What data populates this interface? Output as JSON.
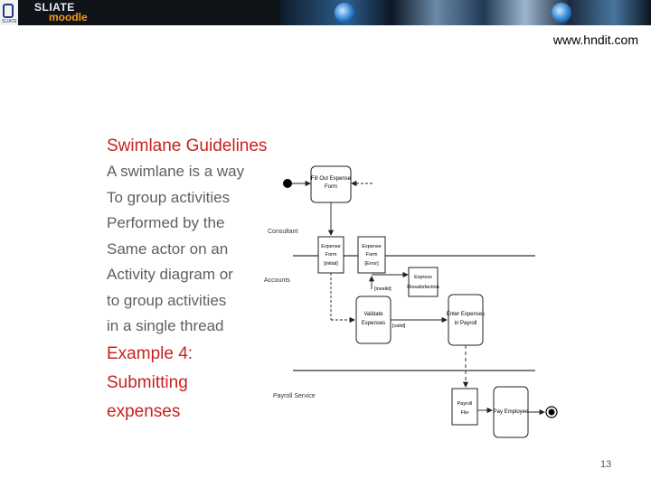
{
  "banner": {
    "logo_small": "SLIATE",
    "brand_top": "SLIATE",
    "brand_bottom": "moodle"
  },
  "site_url": "www.hndit.com",
  "slide": {
    "title": "Swimlane Guidelines",
    "lines": [
      "A swimlane is a way",
      "To group activities",
      "Performed by the",
      "Same actor on an",
      "Activity diagram or",
      "to group activities",
      "in a single thread"
    ],
    "example_lines": [
      "Example 4:",
      "Submitting",
      "expenses"
    ]
  },
  "diagram": {
    "lanes": [
      "Consultant",
      "Accounts",
      "Payroll Service"
    ],
    "nodes": {
      "fill_out": [
        "Fill Out Expense",
        "Form"
      ],
      "expense_form_initial": [
        "Expense",
        "Form",
        "[initial]"
      ],
      "expense_form_error": [
        "Expense",
        "Form",
        "[Error]"
      ],
      "express_dissatisfaction": [
        "Express",
        "Dissatisfaction"
      ],
      "validate": [
        "Validate",
        "Expenses"
      ],
      "enter_expenses": [
        "Enter Expenses",
        "in Payroll"
      ],
      "payroll_file": [
        "Payroll",
        "File"
      ],
      "pay_employee": [
        "Pay Employee"
      ]
    },
    "guards": {
      "invalid": "[invalid]",
      "valid": "[valid]"
    }
  },
  "page_number": "13",
  "colors": {
    "heading": "#c8221e",
    "body_text": "#5f5f5f",
    "banner_bg": "#101418",
    "brand_orange": "#f29b1d"
  }
}
